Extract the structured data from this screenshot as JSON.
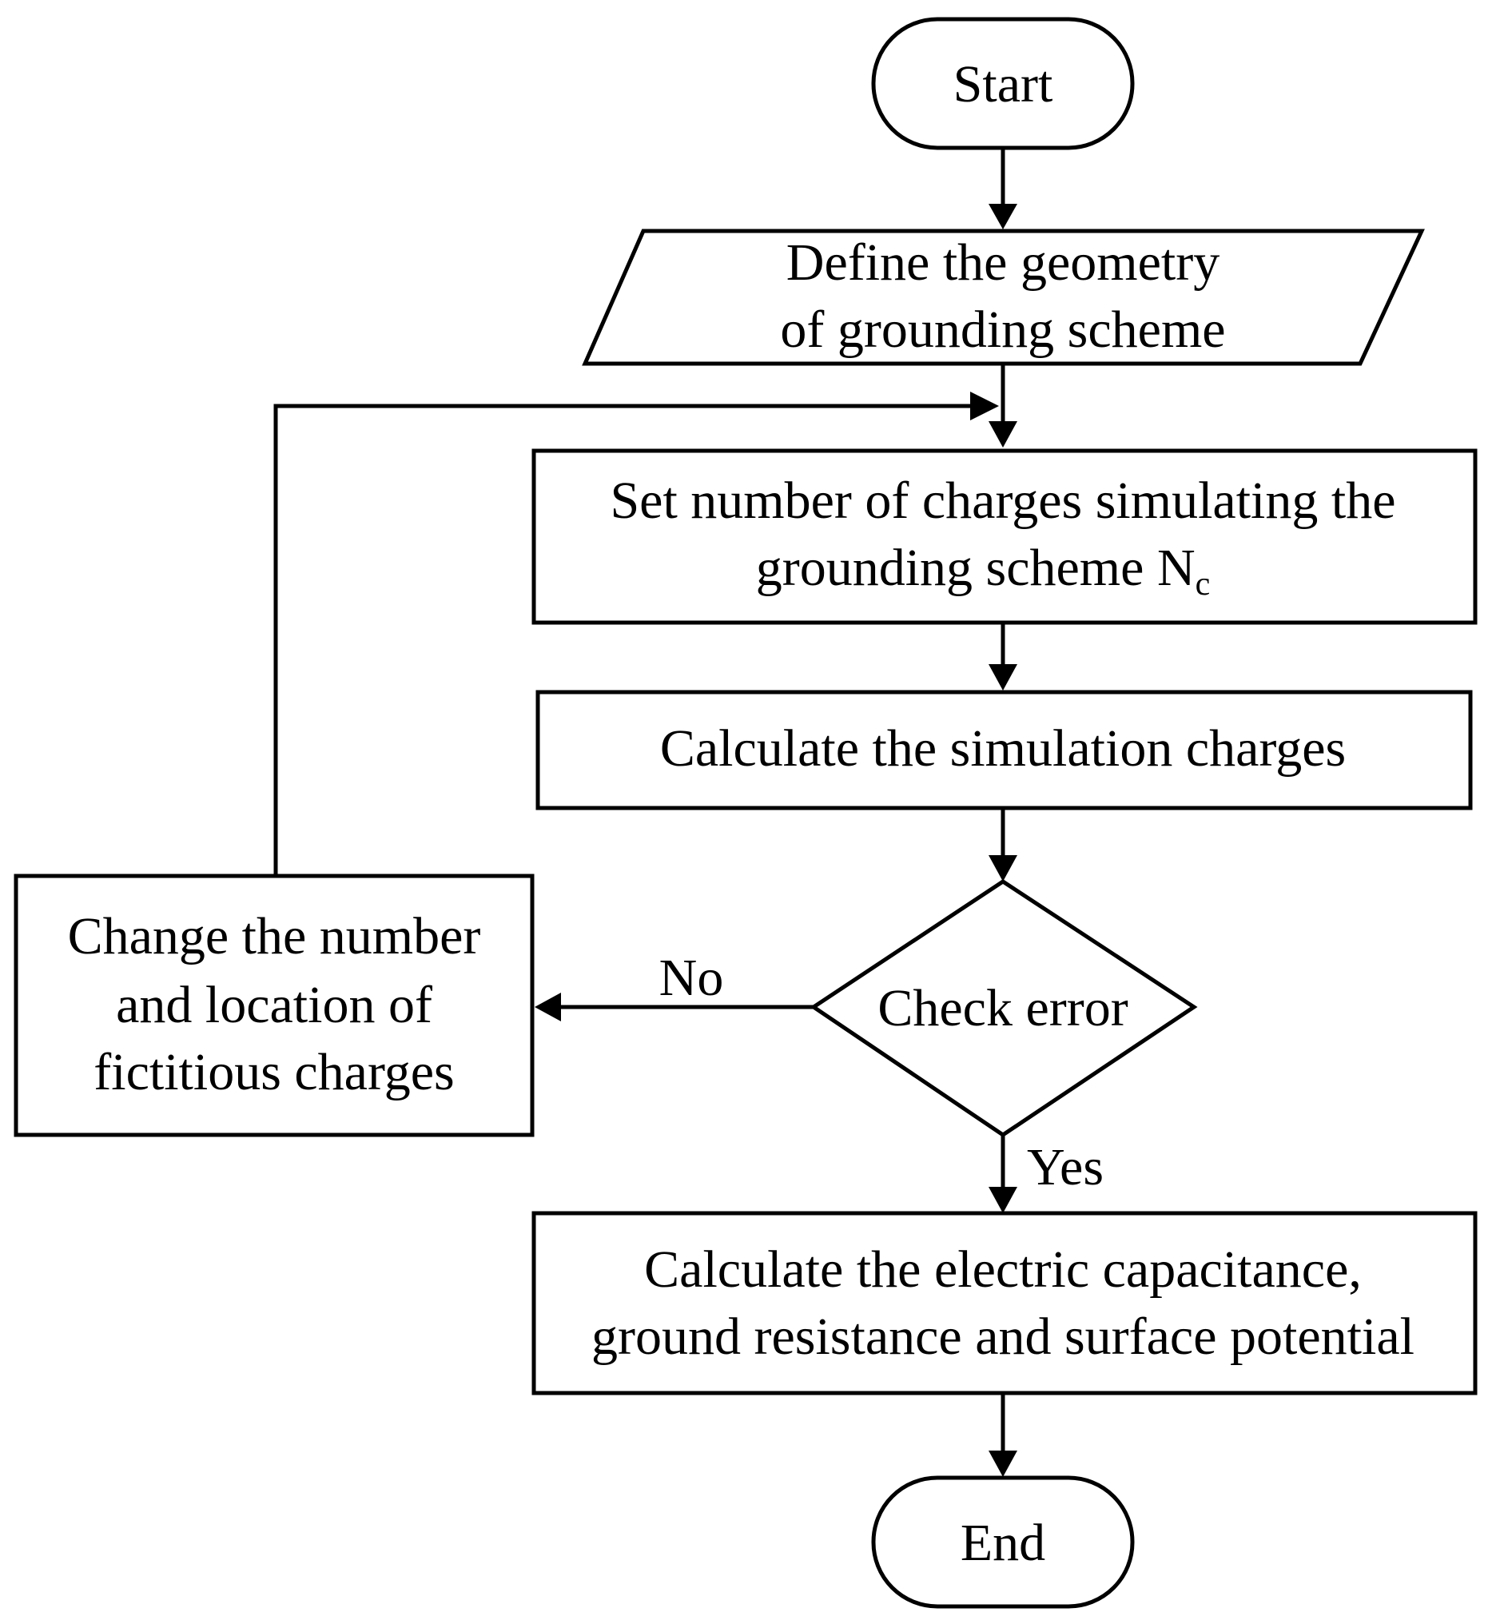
{
  "colors": {
    "stroke": "#000000",
    "fill": "#ffffff",
    "text": "#000000"
  },
  "nodes": {
    "start": {
      "shape": "terminator",
      "text": "Start"
    },
    "define": {
      "shape": "parallelogram",
      "line1": "Define the geometry",
      "line2": "of grounding scheme"
    },
    "set_charges": {
      "shape": "process",
      "line1": "Set number of charges simulating the",
      "line2": "grounding scheme N",
      "line2_subscript": "c"
    },
    "calc_sim": {
      "shape": "process",
      "text": "Calculate the simulation charges"
    },
    "check": {
      "shape": "decision",
      "text": "Check error"
    },
    "change": {
      "shape": "process",
      "line1": "Change the number",
      "line2": "and location of",
      "line3": "fictitious charges"
    },
    "calc_final": {
      "shape": "process",
      "line1": "Calculate the electric capacitance,",
      "line2": "ground resistance and surface potential"
    },
    "end": {
      "shape": "terminator",
      "text": "End"
    }
  },
  "edges": {
    "no_label": "No",
    "yes_label": "Yes"
  }
}
